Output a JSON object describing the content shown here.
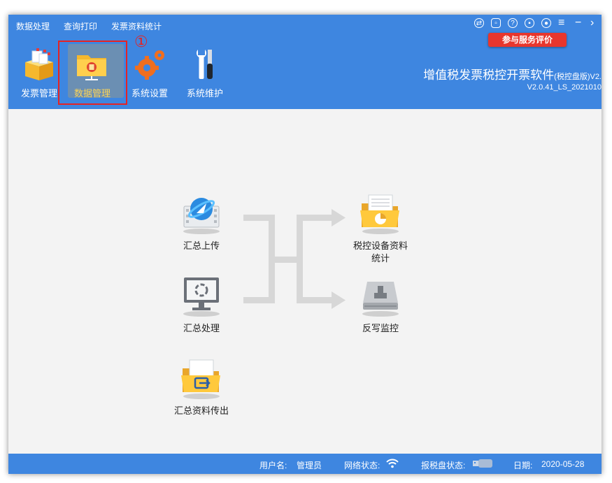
{
  "menu": {
    "items": [
      "数据处理",
      "查询打印",
      "发票资料统计"
    ]
  },
  "header": {
    "rating_button": "参与服务评价",
    "step_marker": "①",
    "app_title": "增值税发票税控开票软件",
    "app_title_suffix": "(税控盘版)V2.",
    "app_version": "V2.0.41_LS_2021010"
  },
  "toolbar": {
    "items": [
      {
        "label": "发票管理",
        "icon": "invoice-box-icon"
      },
      {
        "label": "数据管理",
        "icon": "data-folder-icon"
      },
      {
        "label": "系统设置",
        "icon": "gears-icon"
      },
      {
        "label": "系统维护",
        "icon": "tools-icon"
      }
    ],
    "active_index": 1
  },
  "functions": {
    "upload": "汇总上传",
    "process": "汇总处理",
    "export": "汇总资料传出",
    "device_stats": [
      "税控设备资料",
      "统计"
    ],
    "writeback": "反写监控"
  },
  "status": {
    "user_label": "用户名:",
    "user_value": "管理员",
    "network_label": "网络状态:",
    "disk_label": "报税盘状态:",
    "date_label": "日期:",
    "date_value": "2020-05-28"
  },
  "colors": {
    "header_blue": "#3e86e0",
    "highlight_red": "#e52323",
    "rating_red": "#e8362d",
    "active_label": "#f7d25a"
  }
}
